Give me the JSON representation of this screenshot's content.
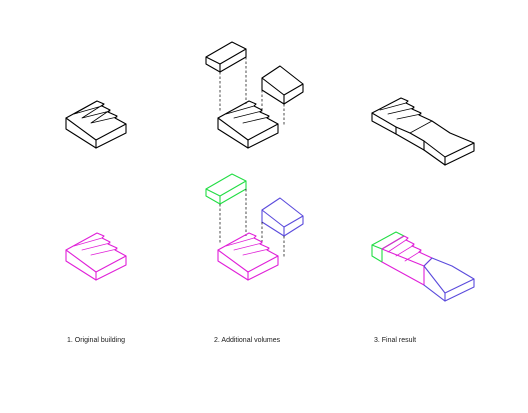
{
  "captions": {
    "step1": "1. Original building",
    "step2": "2. Additional volumes",
    "step3": "3. Final result"
  },
  "colors": {
    "original_outline": "#000000",
    "highlight_original": "#e020d8",
    "left_volume": "#22dd44",
    "right_volume": "#5b4bdc"
  }
}
